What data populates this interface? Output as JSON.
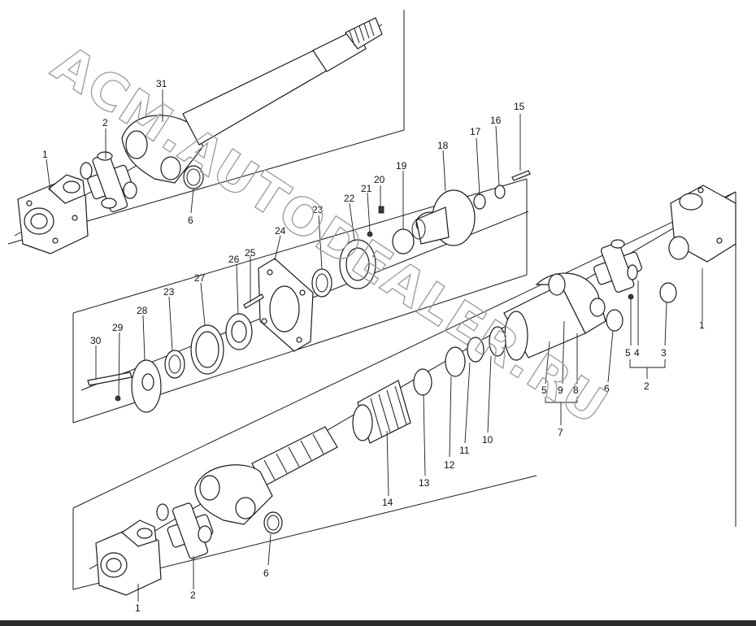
{
  "diagram": {
    "callouts": {
      "c1a": "1",
      "c2a": "2",
      "c31": "31",
      "c6a": "6",
      "c15": "15",
      "c16": "16",
      "c17": "17",
      "c18": "18",
      "c19": "19",
      "c20": "20",
      "c21": "21",
      "c22": "22",
      "c23a": "23",
      "c24": "24",
      "c25": "25",
      "c26": "26",
      "c27": "27",
      "c23b": "23",
      "c28": "28",
      "c29": "29",
      "c30": "30",
      "c1b": "1",
      "c5a": "5",
      "c4": "4",
      "c3": "3",
      "c2b": "2",
      "c6b": "6",
      "c5b": "5",
      "c9": "9",
      "c8": "8",
      "c7": "7",
      "c10": "10",
      "c11": "11",
      "c12": "12",
      "c13": "13",
      "c14": "14",
      "c6c": "6",
      "c1c": "1",
      "c2c": "2"
    },
    "watermark": "ACM.AUTODEALER.RU"
  }
}
